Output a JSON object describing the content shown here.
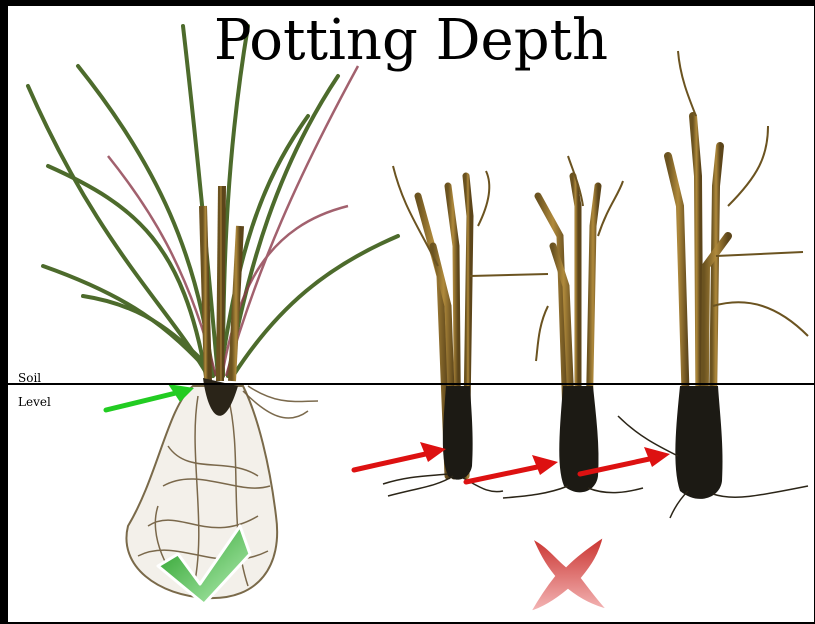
{
  "title": "Potting Depth",
  "soil_label": {
    "line1": "Soil",
    "line2": "Level"
  },
  "indicators": {
    "correct": "check-mark",
    "incorrect": "x-mark"
  },
  "colors": {
    "background_frame": "#000000",
    "panel": "#ffffff",
    "soil_line": "#000000",
    "good_arrow": "#22cc22",
    "bad_arrow": "#dd1111",
    "check": "#2fbf2f",
    "cross": "#e24b4b"
  }
}
